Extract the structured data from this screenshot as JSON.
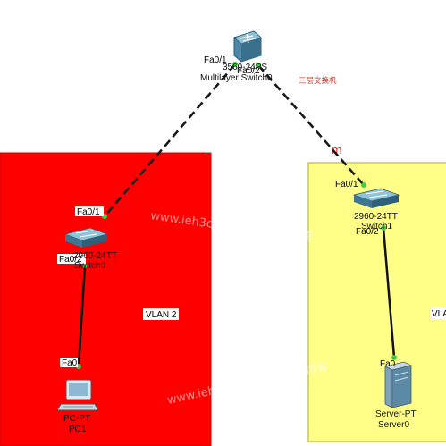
{
  "colors": {
    "vlan2_area": "#fe0000",
    "vlan3_area": "#ffff88",
    "link_dashed": "#1a1a1a",
    "link_solid": "#111111",
    "port_dot": "#3ecf3e",
    "switch_body": "#5b8fa8",
    "note_text": "#c0392b"
  },
  "devices": {
    "multilayer": {
      "icon": "multilayer-switch-icon",
      "model_label": "3560-24PS",
      "name_label": "Multilayer Switch0",
      "port_a": "Fa0/1",
      "port_b": "Fa0/2",
      "note": "三层交换机"
    },
    "switch0": {
      "icon": "switch-icon",
      "model_label": "2960-24TT",
      "name_label": "Switch0",
      "port_up": "Fa0/1",
      "port_down": "Fa0/2"
    },
    "switch1": {
      "icon": "switch-icon",
      "model_label": "2960-24TT",
      "name_label": "Switch1",
      "port_up": "Fa0/1",
      "port_down": "Fa0/2"
    },
    "pc1": {
      "icon": "pc-icon",
      "model_label": "PC-PT",
      "name_label": "PC1",
      "port": "Fa0"
    },
    "server0": {
      "icon": "server-icon",
      "model_label": "Server-PT",
      "name_label": "Server0",
      "port": "Fa0"
    }
  },
  "zones": {
    "left_label": "VLAN 2",
    "right_label": "VLA"
  },
  "watermarks": {
    "line1": "www.ieh3c.com  网络之路博客",
    "line2": "www.ieh3c.com  网络之路博客"
  }
}
